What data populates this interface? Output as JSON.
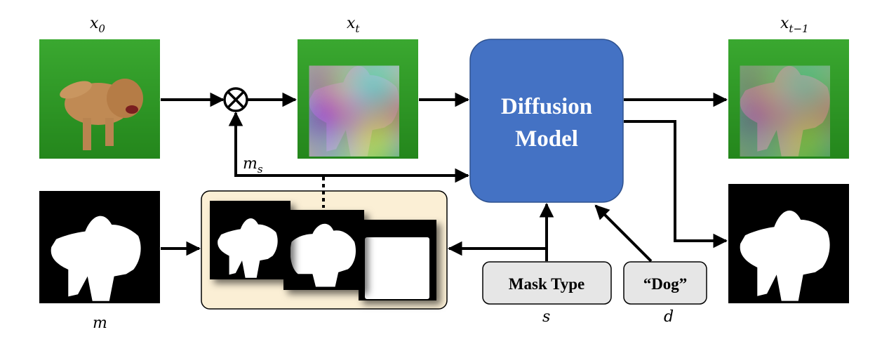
{
  "labels": {
    "x0": "x",
    "x0_sub": "0",
    "xt": "x",
    "xt_sub": "t",
    "xt1": "x",
    "xt1_sub": "t−1",
    "m": "m",
    "ms": "m",
    "ms_sub": "s",
    "s": "s",
    "d": "d"
  },
  "model": {
    "line1": "Diffusion",
    "line2": "Model"
  },
  "inputs": {
    "mask_type": "Mask Type",
    "text_prompt": "“Dog”"
  },
  "colors": {
    "model_fill": "#4472c4",
    "mask_panel_fill": "#fbefd5",
    "input_box_fill": "#e6e6e6",
    "grass": "#2e9a24",
    "dog": "#c08a54",
    "noise_base": "#8d8a8f"
  }
}
